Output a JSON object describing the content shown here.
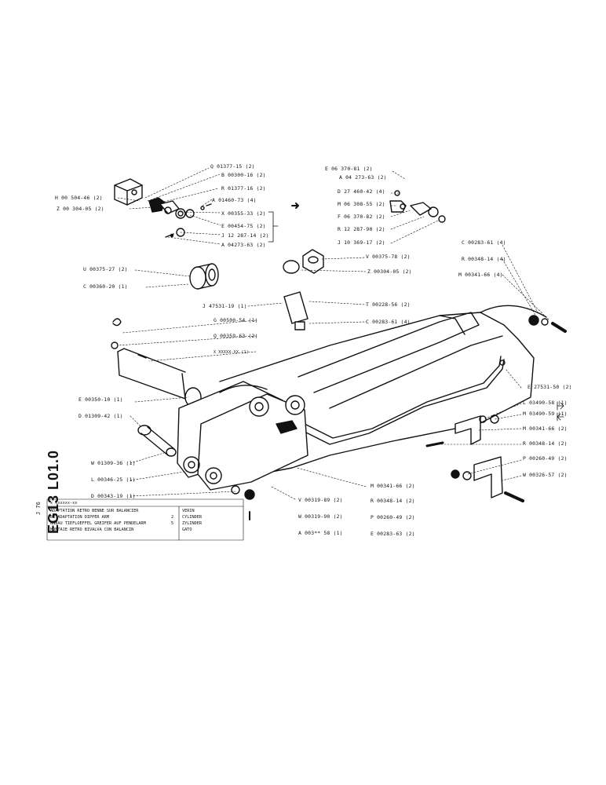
{
  "sheet": {
    "code": "EG13 L01.0",
    "page_num": "J 76"
  },
  "title_block": {
    "stamp": "x xxxxxx-xx",
    "line1": "ADAPTATION RETRO BENNE SUR BALANCIER",
    "line2": "BU.ADAPTATION DIPPER ARM",
    "line3": "ANBAU TIEFLOEFFEL GREIFER AUF PENDELARM",
    "line4": "MONTAJE RETRO BIVALVA CON BALANCIN",
    "right1": "VERIN",
    "right2": "CYLINDER",
    "right3": "ZYLINDER",
    "right4": "GATO",
    "qty1": "2",
    "qty2": "5"
  },
  "labels": [
    {
      "id": "q0137715",
      "text": "Q 01377-15 (2)"
    },
    {
      "id": "b0030016",
      "text": "B 00300-16 (2)"
    },
    {
      "id": "h0050446",
      "text": "H 00 504-46 (2)"
    },
    {
      "id": "r0137716",
      "text": "R 01377-16 (2)"
    },
    {
      "id": "a0146073",
      "text": "A 01460-73 (4)"
    },
    {
      "id": "z0030405a",
      "text": "Z 00 304-05 (2)"
    },
    {
      "id": "x0035533",
      "text": "X 00355-33 (2)"
    },
    {
      "id": "e0045475",
      "text": "E 00454-75 (2)"
    },
    {
      "id": "j1228714",
      "text": "J 12 287-14 (2)"
    },
    {
      "id": "a0427363a",
      "text": "A 04273-63 (2)"
    },
    {
      "id": "e0637081",
      "text": "E 06 370-81 (2)"
    },
    {
      "id": "a0427363b",
      "text": "A 04 273-63 (2)"
    },
    {
      "id": "d2746042",
      "text": "D 27 460-42 (4)"
    },
    {
      "id": "m0630855",
      "text": "M 06 308-55 (2)"
    },
    {
      "id": "f0637082",
      "text": "F 06 370-82 (2)"
    },
    {
      "id": "r1228790",
      "text": "R 12 287-90 (2)"
    },
    {
      "id": "j1036917",
      "text": "J 10 369-17 (2)"
    },
    {
      "id": "c0028361a",
      "text": "C 00283-61 (4)"
    },
    {
      "id": "r0034814a",
      "text": "R 00348-14 (4)"
    },
    {
      "id": "m0034166a",
      "text": "M 00341-66 (4)"
    },
    {
      "id": "u0037527",
      "text": "U 00375-27 (2)"
    },
    {
      "id": "v0037578",
      "text": "V 00375-78 (2)"
    },
    {
      "id": "z0030405b",
      "text": "Z 00304-05 (2)"
    },
    {
      "id": "c0036020",
      "text": "C 00360-20 (1)"
    },
    {
      "id": "j4753119",
      "text": "J 47531-19 (1)"
    },
    {
      "id": "t0022856",
      "text": "T 00228-56 (2)"
    },
    {
      "id": "g0050054",
      "text": "G 00500-54 (1)"
    },
    {
      "id": "c0028361b",
      "text": "C 00283-61 (4)"
    },
    {
      "id": "q0035963",
      "text": "Q 00359-63 (2)"
    },
    {
      "id": "xxxxx",
      "text": "X XXXXX-XX (1)"
    },
    {
      "id": "e2753150",
      "text": "E 27531-50 (2)"
    },
    {
      "id": "e0035010",
      "text": "E 00350-10 (1)"
    },
    {
      "id": "l0349058",
      "text": "L 03490-58 (1)"
    },
    {
      "id": "d0130942",
      "text": "D 01309-42 (1)"
    },
    {
      "id": "m0349059",
      "text": "M 03490-59 (1)"
    },
    {
      "id": "m0034166b",
      "text": "M 00341-66 (2)"
    },
    {
      "id": "r0034814b",
      "text": "R 00348-14 (2)"
    },
    {
      "id": "w0130936",
      "text": "W 01309-36 (1)"
    },
    {
      "id": "p0026049a",
      "text": "P 00260-49 (2)"
    },
    {
      "id": "l0034625",
      "text": "L 00346-25 (1)"
    },
    {
      "id": "w0032657",
      "text": "W 00326-57 (2)"
    },
    {
      "id": "d0034319",
      "text": "D 00343-19 (1)"
    },
    {
      "id": "m0034166c",
      "text": "M 00341-66 (2)"
    },
    {
      "id": "v0031989",
      "text": "V 00319-89 (2)"
    },
    {
      "id": "r0034814c",
      "text": "R 00348-14 (2)"
    },
    {
      "id": "w0031990",
      "text": "W 00319-90 (2)"
    },
    {
      "id": "p0026049b",
      "text": "P 00260-49 (2)"
    },
    {
      "id": "a0035558",
      "text": "A 003** 58 (1)"
    },
    {
      "id": "e0028363",
      "text": "E 00283-63 (2)"
    }
  ]
}
